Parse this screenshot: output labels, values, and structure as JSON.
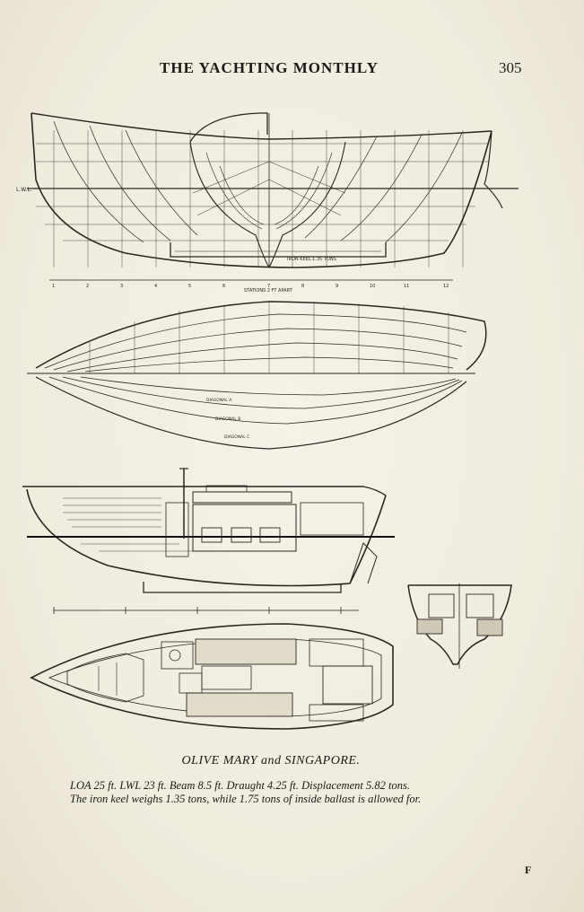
{
  "header": {
    "title": "THE YACHTING MONTHLY",
    "page_number": "305"
  },
  "drawings": {
    "lines_plan": {
      "waterline_label": "L.W.L.",
      "keel_label": "IRON KEEL 1.35 TONS",
      "stations_label": "STATIONS 2 FT APART",
      "station_numbers": [
        "1",
        "2",
        "3",
        "4",
        "5",
        "6",
        "7",
        "8",
        "9",
        "10",
        "11",
        "12"
      ]
    },
    "half_breadth": {
      "diagonal_labels": [
        "DIAGONAL A",
        "DIAGONAL B",
        "DIAGONAL C"
      ]
    }
  },
  "caption": {
    "title": "OLIVE MARY and SINGAPORE.",
    "specs_line1": "LOA 25 ft.  LWL 23 ft.  Beam 8.5 ft.  Draught 4.25 ft.  Displacement 5.82 tons.",
    "specs_line2": "The iron keel weighs 1.35 tons, while 1.75 tons of inside ballast is allowed for."
  },
  "footer": {
    "signature_mark": "F"
  }
}
